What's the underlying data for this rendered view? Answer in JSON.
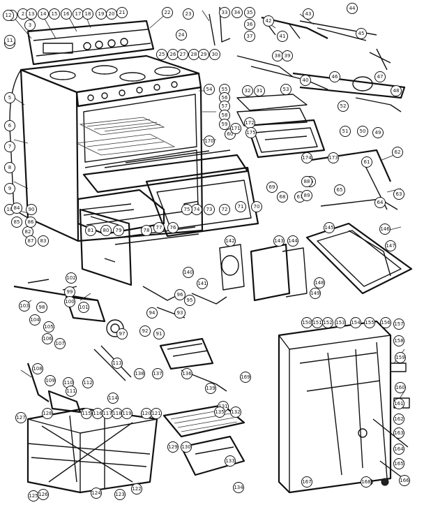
{
  "callouts": [
    "1",
    "2",
    "3",
    "4",
    "5",
    "6",
    "7",
    "8",
    "9",
    "10",
    "11",
    "12",
    "13",
    "14",
    "15",
    "16",
    "17",
    "18",
    "19",
    "20",
    "21",
    "22",
    "23",
    "24",
    "25",
    "26",
    "27",
    "28",
    "29",
    "30",
    "31",
    "32",
    "33",
    "34",
    "35",
    "36",
    "37",
    "38",
    "39",
    "40",
    "41",
    "42",
    "43",
    "44",
    "45",
    "46",
    "47",
    "48",
    "49",
    "50",
    "51",
    "52",
    "53",
    "54",
    "55",
    "56",
    "57",
    "58",
    "59",
    "60",
    "61",
    "62",
    "63",
    "64",
    "65",
    "66",
    "67",
    "68",
    "69",
    "70",
    "71",
    "72",
    "73",
    "74",
    "75",
    "76",
    "77",
    "78",
    "79",
    "80",
    "81",
    "82",
    "83",
    "84",
    "85",
    "86",
    "87",
    "88",
    "89",
    "90",
    "91",
    "92",
    "93",
    "94",
    "95",
    "96",
    "97",
    "98",
    "99",
    "100",
    "101",
    "102",
    "103",
    "104",
    "105",
    "106",
    "107",
    "108",
    "109",
    "110",
    "111",
    "112",
    "113",
    "114",
    "115",
    "116",
    "117",
    "118",
    "119",
    "120",
    "121",
    "122",
    "123",
    "124",
    "125",
    "126",
    "127",
    "128",
    "129",
    "130",
    "131",
    "132",
    "133",
    "134",
    "135",
    "136",
    "137",
    "138",
    "139",
    "140",
    "141",
    "142",
    "143",
    "144",
    "145",
    "146",
    "147",
    "148",
    "149",
    "150",
    "151",
    "152",
    "153",
    "154",
    "155",
    "156",
    "157",
    "158",
    "159",
    "160",
    "161",
    "162",
    "163",
    "164",
    "165",
    "166",
    "167",
    "168",
    "169",
    "170",
    "171",
    "172",
    "173",
    "174",
    "175"
  ]
}
